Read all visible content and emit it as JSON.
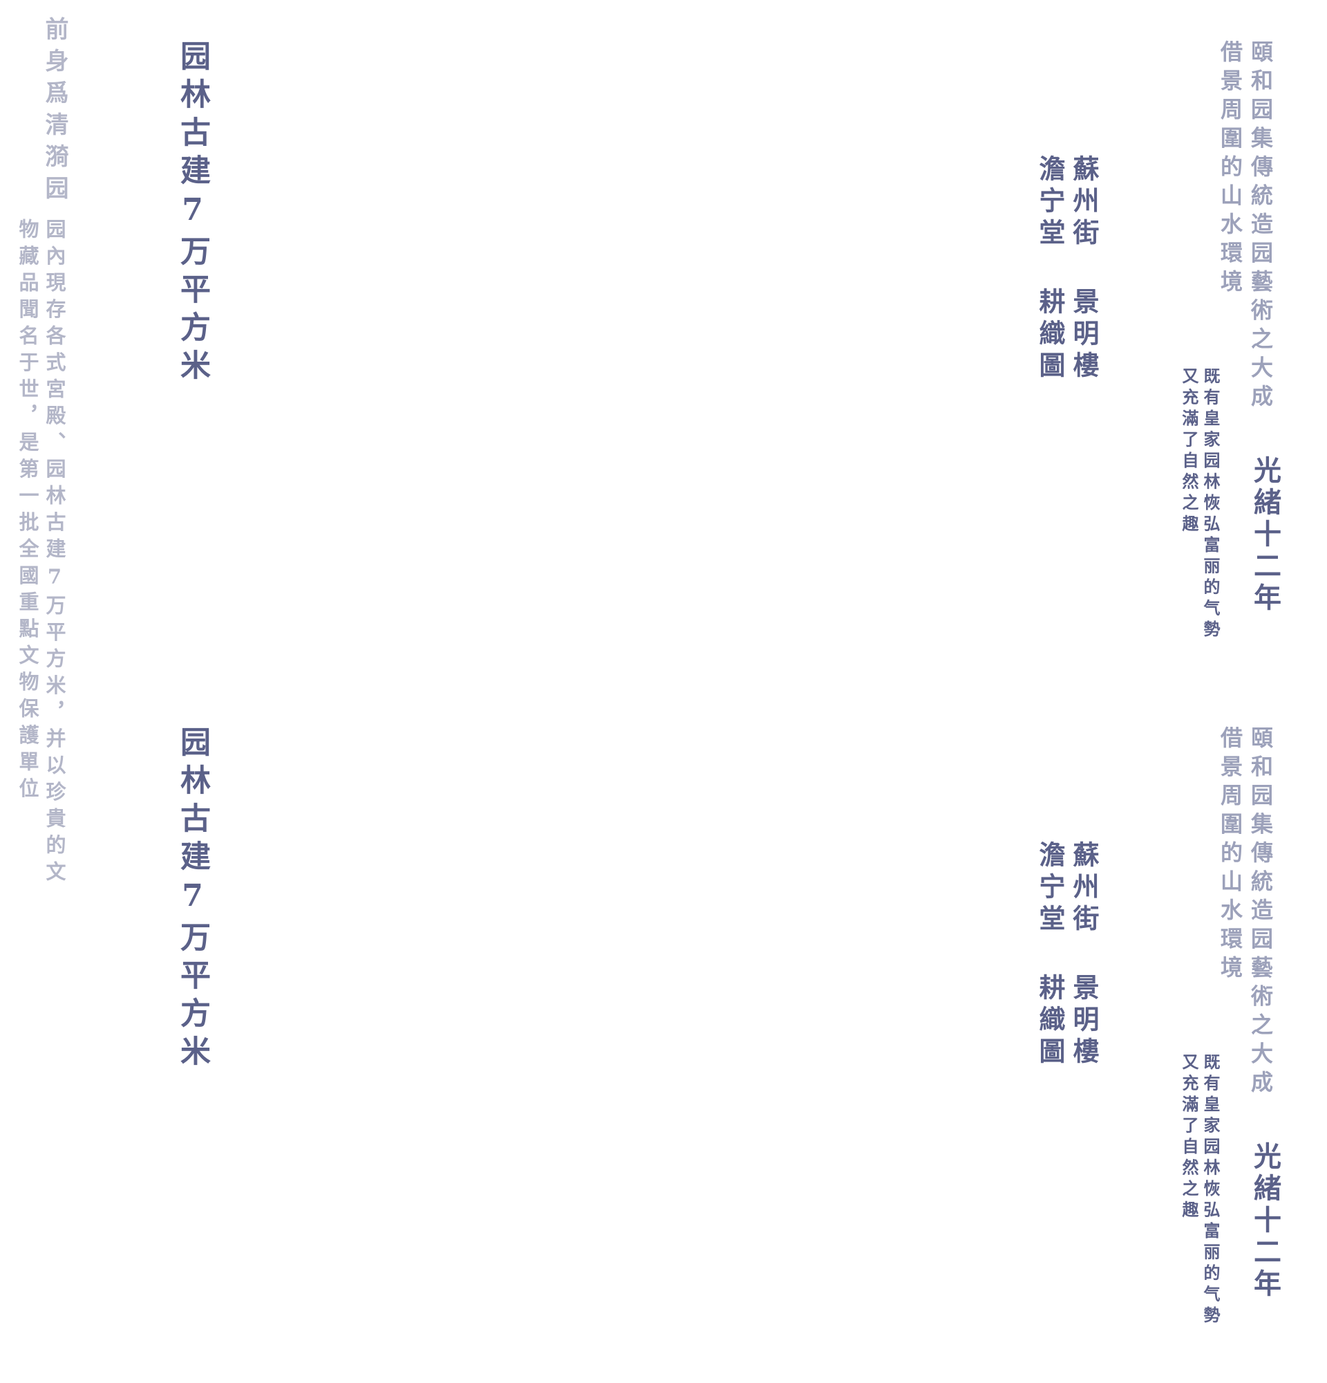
{
  "intro": {
    "title": "前身爲清漪园",
    "body_col1": "园內現存各式宮殿、园林古建7万平方米，并以珍貴的文",
    "body_col2": "物藏品聞名于世，是第一批全國重點文物保護單位"
  },
  "blocks": [
    {
      "area": "园林古建7万平方米",
      "places": [
        "蘇州街",
        "澹宁堂",
        "景明樓",
        "耕織圖"
      ],
      "desc_col1": "頤和园集傳統造园藝術之大成",
      "desc_col2": "借景周圍的山水環境",
      "year": "光緒十二年",
      "note_col1": "既有皇家园林恢弘富丽的气勢",
      "note_col2": "又充滿了自然之趣"
    },
    {
      "area": "园林古建7万平方米",
      "places": [
        "蘇州街",
        "澹宁堂",
        "景明樓",
        "耕織圖"
      ],
      "desc_col1": "頤和园集傳統造园藝術之大成",
      "desc_col2": "借景周圍的山水環境",
      "year": "光緒十二年",
      "note_col1": "既有皇家园林恢弘富丽的气勢",
      "note_col2": "又充滿了自然之趣"
    }
  ]
}
